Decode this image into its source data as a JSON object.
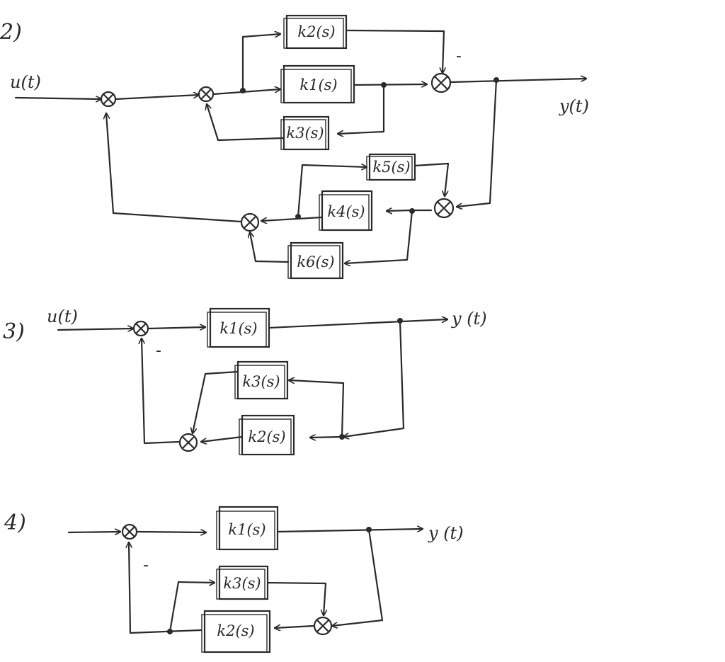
{
  "diagrams": [
    {
      "number": "2)",
      "input": "u(t)",
      "output": "y(t)",
      "blocks": [
        "k2(s)",
        "k1(s)",
        "k3(s)",
        "k5(s)",
        "k4(s)",
        "k6(s)"
      ],
      "signs": [
        "-"
      ]
    },
    {
      "number": "3)",
      "input": "u(t)",
      "output": "y (t)",
      "blocks": [
        "k1(s)",
        "k3(s)",
        "k2(s)"
      ],
      "signs": [
        "-"
      ]
    },
    {
      "number": "4)",
      "output": "y (t)",
      "blocks": [
        "k1(s)",
        "k3(s)",
        "k2(s)"
      ],
      "signs": [
        "-"
      ]
    }
  ]
}
